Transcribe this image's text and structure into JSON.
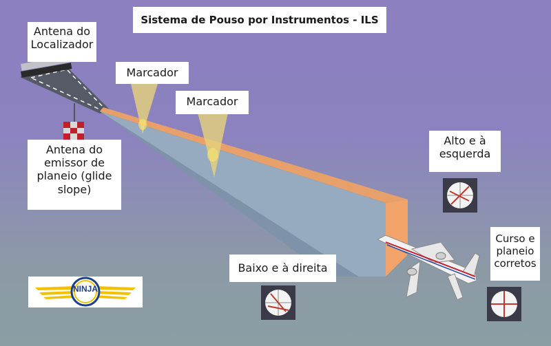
{
  "title": "Sistema de Pouso por Instrumentos - ILS",
  "labels": {
    "localizer_antenna": "Antena do Localizador",
    "marker_1": "Marcador",
    "marker_2": "Marcador",
    "glide_slope_antenna": "Antena do emissor de planeio (glide slope)",
    "high_left": "Alto e à esquerda",
    "low_right": "Baixo e à direita",
    "on_course": "Curso e planeio corretos"
  },
  "logo": {
    "text": "NINJA"
  },
  "colors": {
    "sky": "#8d7fc0",
    "beam_top": "#e8a06a",
    "beam_side": "#96aac0",
    "beam_dark": "#3a3c48",
    "marker_cone": "#e6d27a",
    "needle": "#c0392b",
    "instrument_bg": "#3a3a48",
    "logo_wing": "#f2c200"
  },
  "icons": [
    "localizer-antenna-icon",
    "glide-slope-antenna-icon",
    "marker-beacon-icon",
    "airplane-icon",
    "ils-indicator-icon",
    "ninja-logo"
  ]
}
